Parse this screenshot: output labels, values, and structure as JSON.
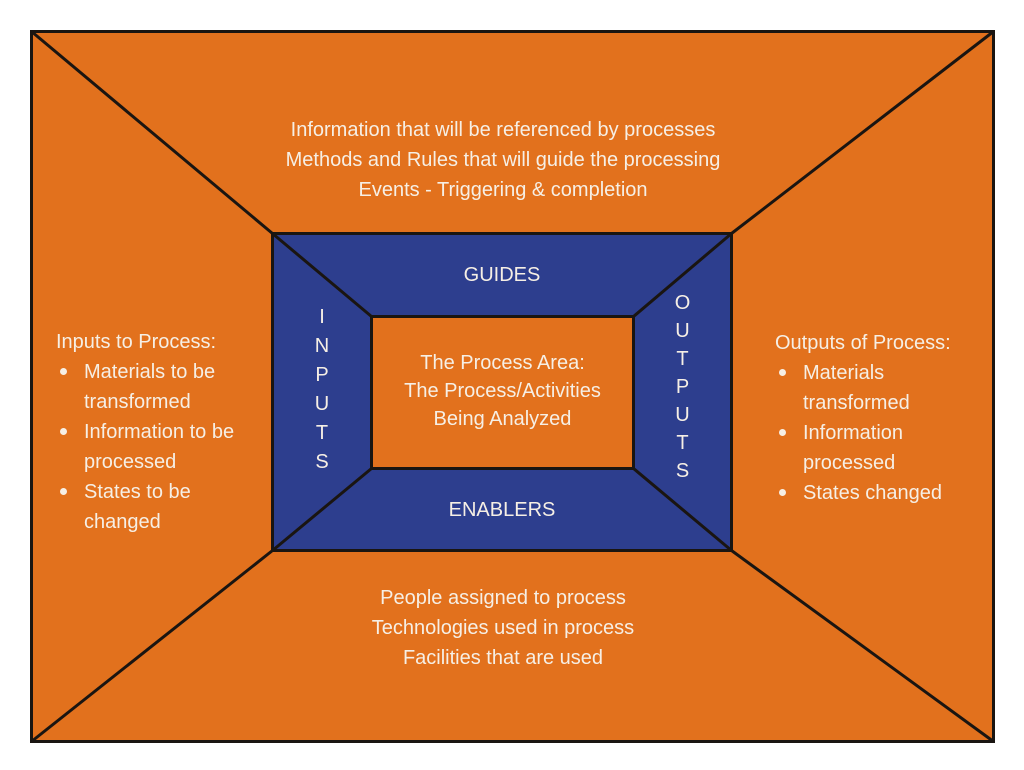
{
  "colors": {
    "orange": "#E2711D",
    "blue": "#2D3E8E",
    "text_cream": "#F6EFE5",
    "line_black": "#1A1511",
    "page_background": "#FFFFFF"
  },
  "top_zone": {
    "lines": [
      "Information that will be referenced by processes",
      "Methods and Rules that will guide the processing",
      "Events - Triggering & completion"
    ]
  },
  "left_zone": {
    "heading": "Inputs to Process:",
    "items": [
      "Materials to be\ntransformed",
      "Information to be\nprocessed",
      "States to be\nchanged"
    ]
  },
  "right_zone": {
    "heading": "Outputs of Process:",
    "items": [
      "Materials\ntransformed",
      "Information\nprocessed",
      "States changed"
    ]
  },
  "bottom_zone": {
    "lines": [
      "People assigned to process",
      "Technologies used in process",
      "Facilities that are used"
    ]
  },
  "frame": {
    "guides_label": "GUIDES",
    "enablers_label": "ENABLERS",
    "inputs_label": "I\nN\nP\nU\nT\nS",
    "outputs_label": "O\nU\nT\nP\nU\nT\nS"
  },
  "center": {
    "lines": [
      "The Process Area:",
      "The Process/Activities",
      "Being Analyzed"
    ]
  }
}
